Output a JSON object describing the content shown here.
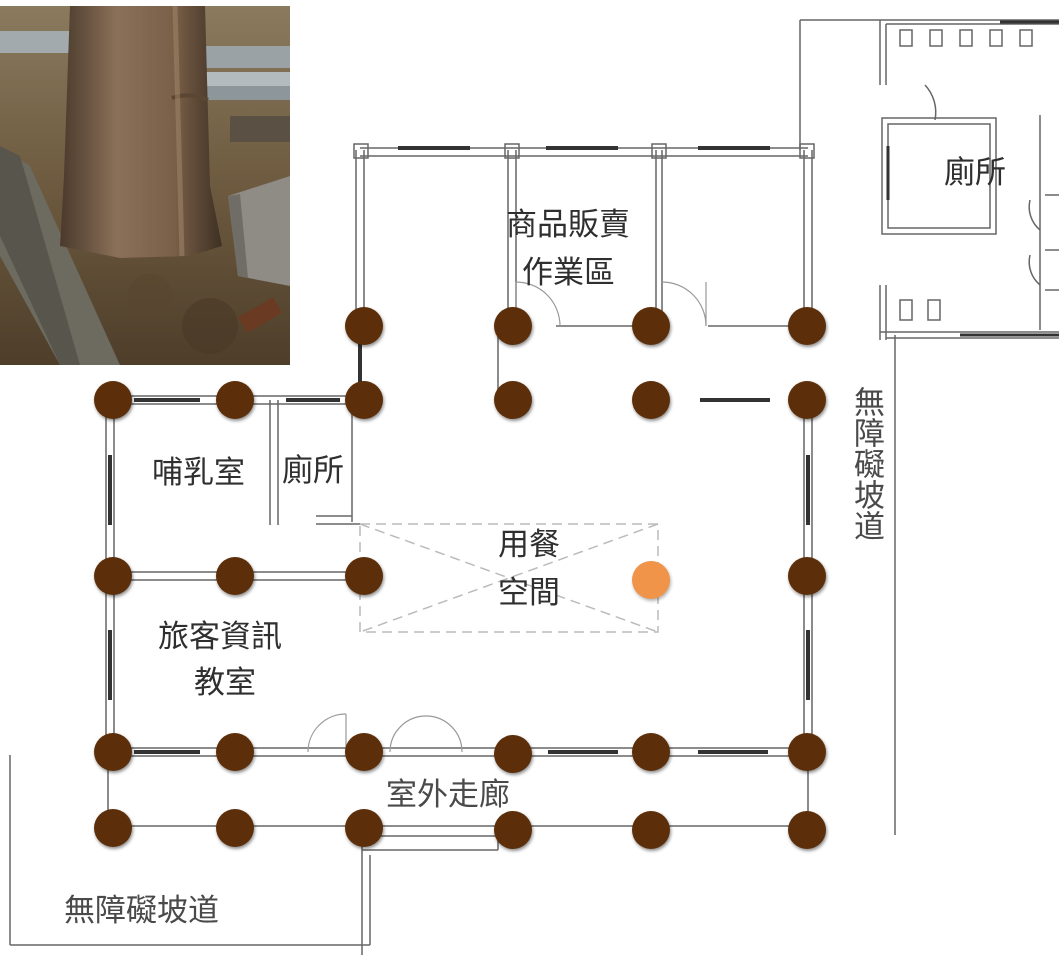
{
  "rooms": {
    "toilet_right": "廁所",
    "shop_line1": "商品販賣",
    "shop_line2": "作業區",
    "nursing": "哺乳室",
    "toilet_left": "廁所",
    "dining_line1": "用餐",
    "dining_line2": "空間",
    "info_line1": "旅客資訊",
    "info_line2": "教室",
    "corridor": "室外走廊",
    "ramp_right": "無障礙坡道",
    "ramp_bottom": "無障礙坡道"
  },
  "colors": {
    "column": "#5c2f0a",
    "column_highlight": "#f0944a",
    "wall": "#555555",
    "window": "#333333",
    "dashed_area": "#bbbbbb"
  },
  "photo": {
    "subject": "tree-trunk-photo"
  }
}
